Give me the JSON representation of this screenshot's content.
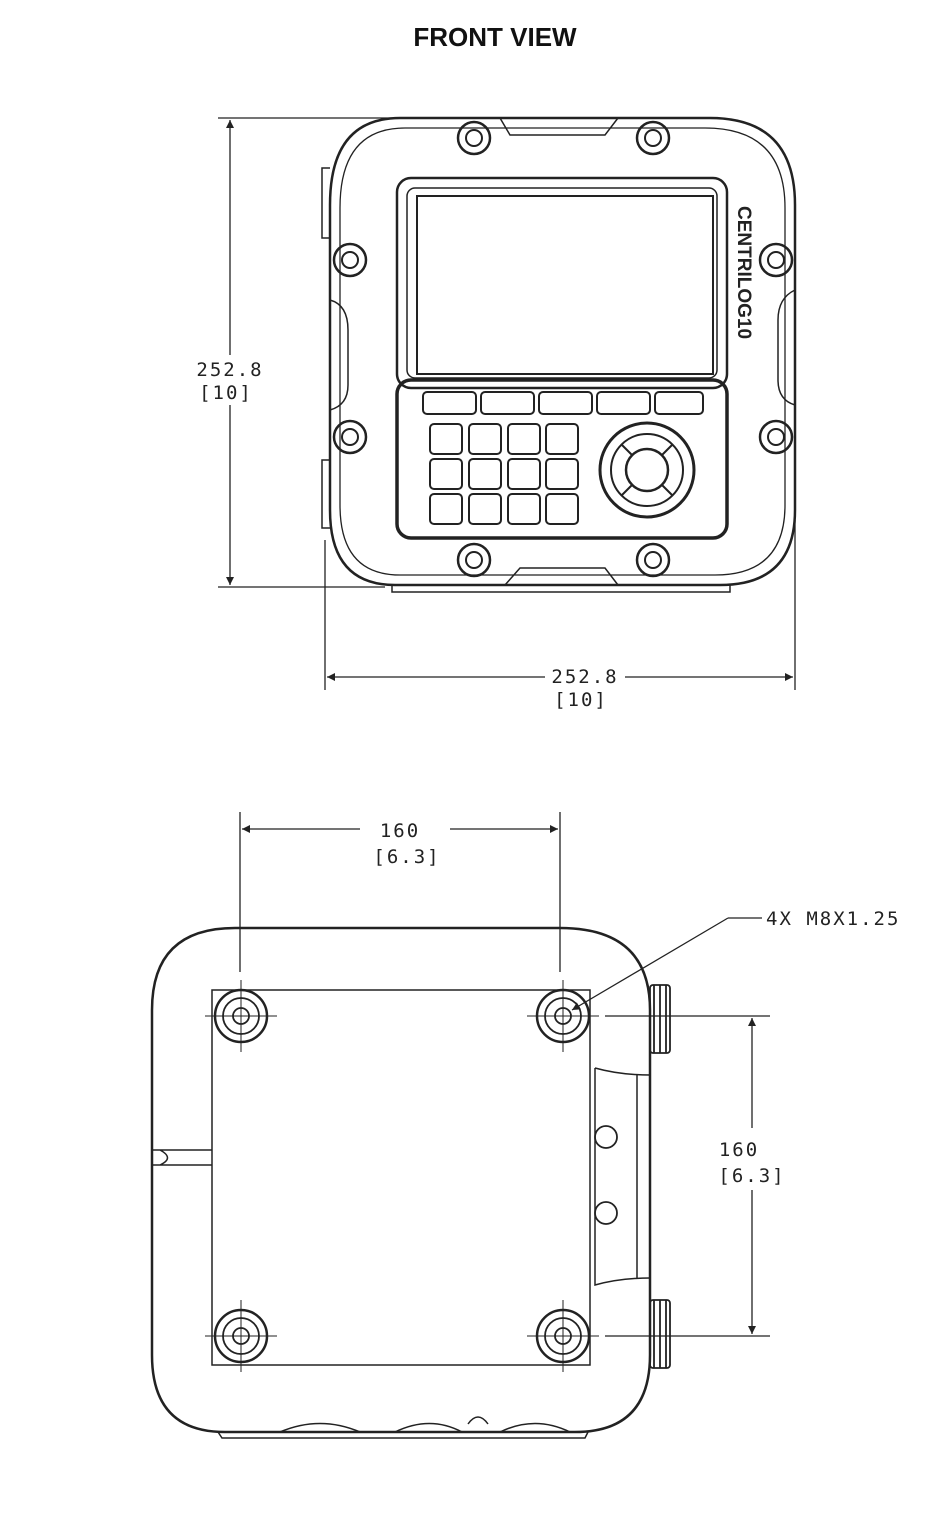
{
  "title": "FRONT VIEW",
  "front_view": {
    "brand_label": "CENTRILOG10",
    "height_dim": {
      "mm": "252.8",
      "in": "[10]"
    },
    "width_dim": {
      "mm": "252.8",
      "in": "[10]"
    }
  },
  "rear_view": {
    "horizontal_dim": {
      "mm": "160",
      "in": "[6.3]"
    },
    "vertical_dim": {
      "mm": "160",
      "in": "[6.3]"
    },
    "callout": "4X M8X1.25"
  }
}
